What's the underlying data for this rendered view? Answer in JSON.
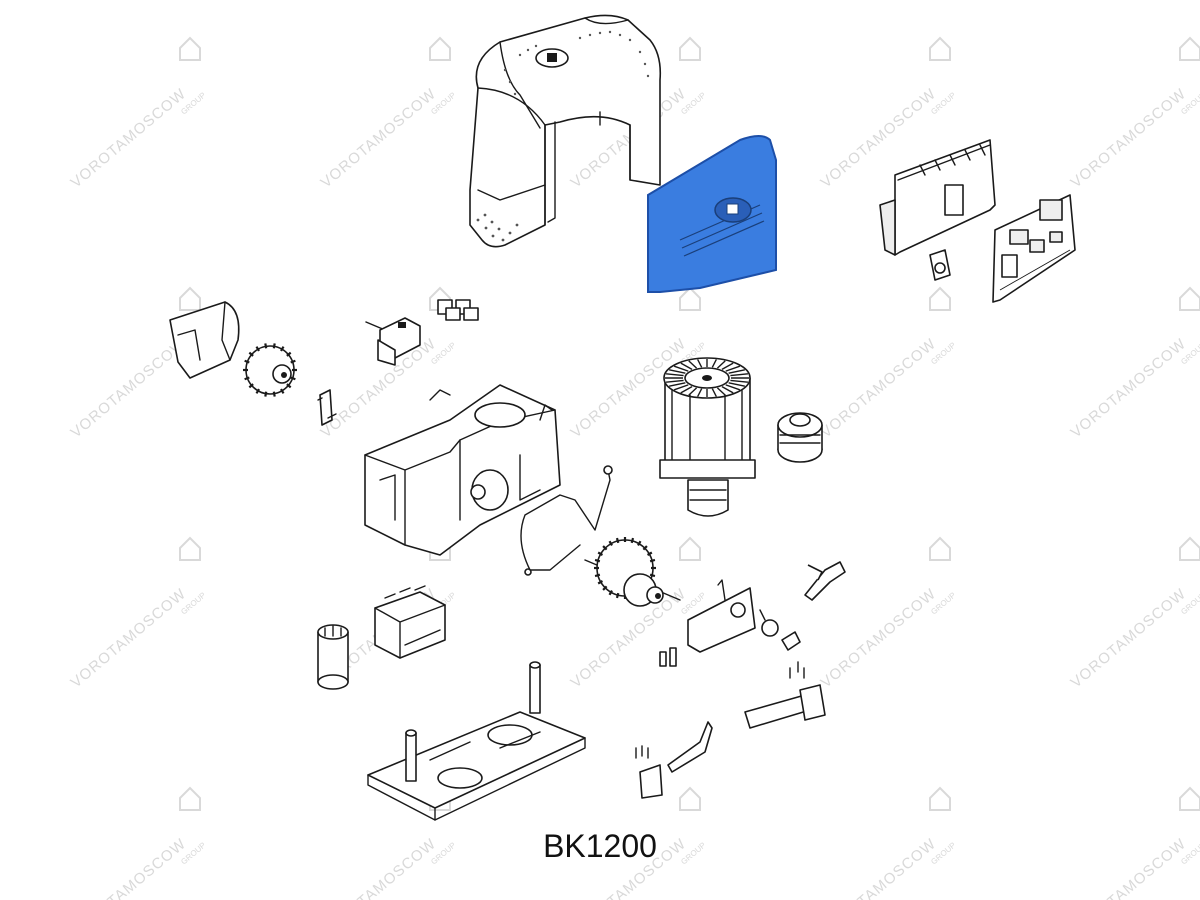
{
  "model": "BK1200",
  "watermark": {
    "text": "VOROTAMOSCOW",
    "subtext": "GROUP"
  },
  "colors": {
    "highlight_part": "#3a7de0",
    "highlight_stroke": "#1d4fa8",
    "watermark": "#d9d9d9",
    "outline": "#1a1a1a"
  },
  "highlighted_part": "front-cover"
}
